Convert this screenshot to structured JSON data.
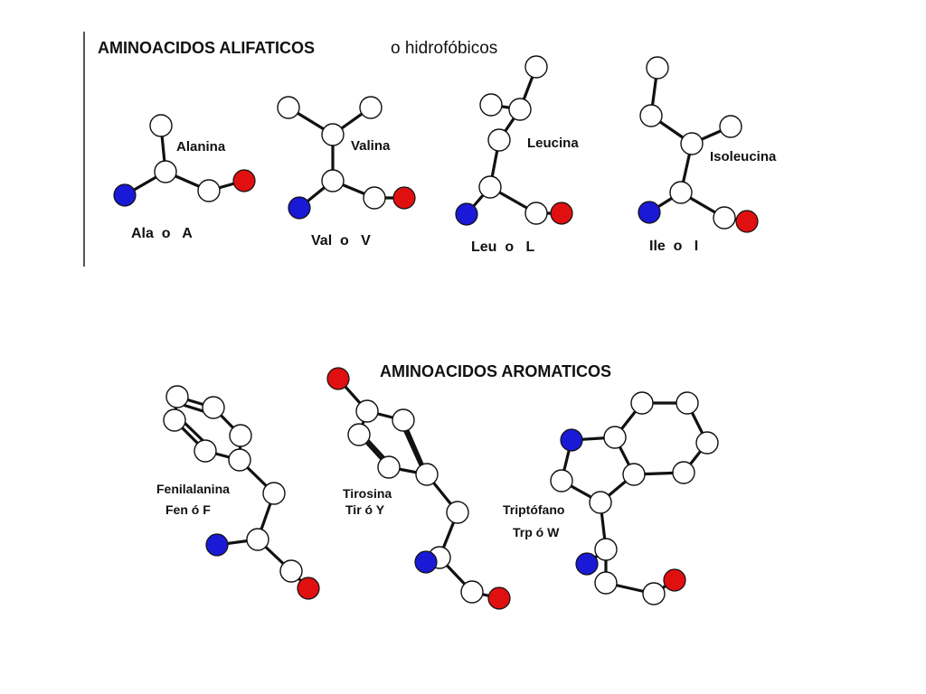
{
  "sections": {
    "aliphatic_title": "AMINOACIDOS ALIFATICOS",
    "aliphatic_subtitle": "o hidrofóbicos",
    "aromatic_title": "AMINOACIDOS AROMATICOS"
  },
  "aliphatic": [
    {
      "id": "alanina",
      "name": "Alanina",
      "code": "Ala  o   A"
    },
    {
      "id": "valina",
      "name": "Valina",
      "code": "Val  o   V"
    },
    {
      "id": "leucina",
      "name": "Leucina",
      "code": "Leu  o   L"
    },
    {
      "id": "isoleucina",
      "name": "Isoleucina",
      "code": "Ile  o   I"
    }
  ],
  "aromatic": [
    {
      "id": "fenilalanina",
      "name": "Fenilalanina",
      "code": "Fen ó F"
    },
    {
      "id": "tirosina",
      "name": "Tirosina",
      "code": "Tir ó Y"
    },
    {
      "id": "triptofano",
      "name": "Triptófano",
      "code": "Trp ó W"
    }
  ],
  "atom_colors": {
    "carbon": "#ffffff",
    "nitrogen": "#1a1ad6",
    "oxygen": "#e01010"
  }
}
